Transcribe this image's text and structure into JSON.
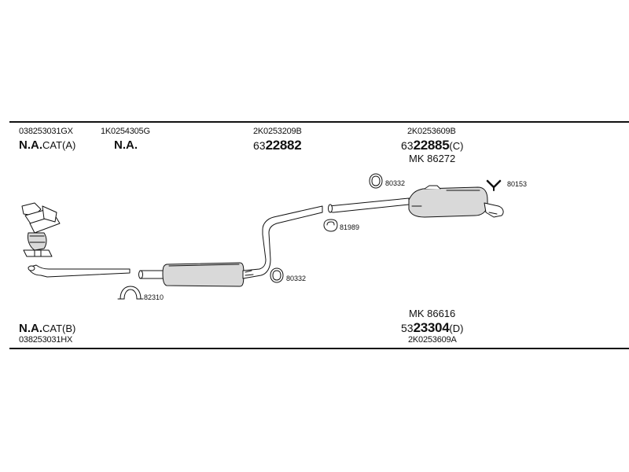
{
  "header": {
    "col1": {
      "part_no": "038253031GX",
      "code": "N.A.",
      "cat": "CAT(A)"
    },
    "col2": {
      "part_no": "1K0254305G",
      "code": "N.A."
    },
    "col3": {
      "part_no": "2K0253209B",
      "prefix": "63",
      "number": "22882"
    },
    "col4": {
      "part_no": "2K0253609B",
      "prefix": "63",
      "number": "22885",
      "suffix": "(C)",
      "kit": "MK  86272"
    }
  },
  "footer": {
    "left": {
      "code": "N.A.",
      "cat": "CAT(B)",
      "part_no": "038253031HX"
    },
    "right": {
      "kit": "MK  86616",
      "prefix": "53",
      "number": "23304",
      "suffix": "(D)",
      "part_no": "2K0253609A"
    }
  },
  "callouts": {
    "clamp_rear_top": "80332",
    "hanger_rear": "80153",
    "ring": "81989",
    "clamp_mid": "80332",
    "clamp_front": "82310"
  },
  "colors": {
    "ink": "#111111",
    "fill": "#d9d9d9"
  }
}
